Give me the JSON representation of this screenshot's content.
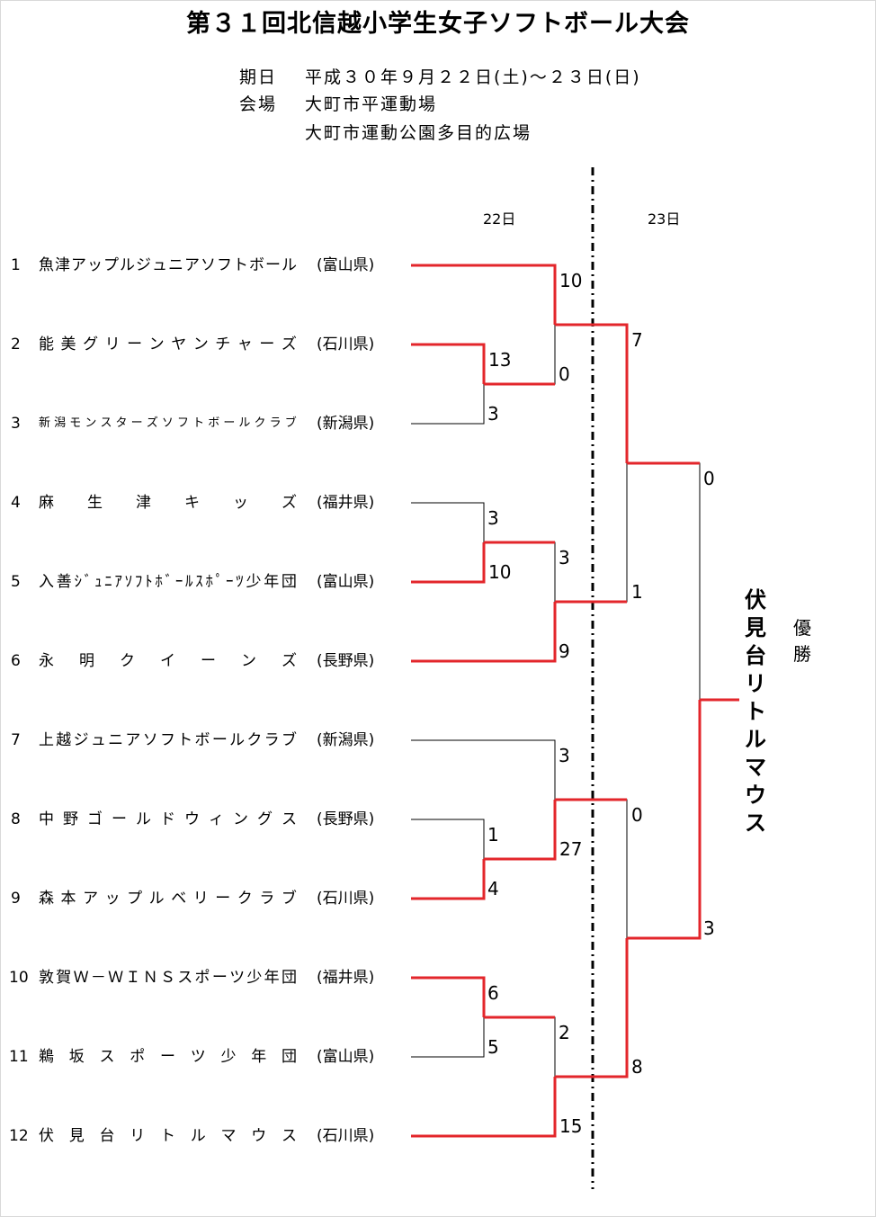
{
  "title": "第３１回北信越小学生女子ソフトボール大会",
  "info": {
    "date_label": "期日",
    "date_value": "平成３０年９月２２日(土)～２３日(日)",
    "venue_label": "会場",
    "venue_1": "大町市平運動場",
    "venue_2": "大町市運動公園多目的広場"
  },
  "days": {
    "day1": "22日",
    "day2": "23日"
  },
  "teams": [
    {
      "num": "1",
      "name": "魚津アップルジュニアソフトボール",
      "pref": "(富山県)"
    },
    {
      "num": "2",
      "name": "能美グリーンヤンチャーズ",
      "pref": "(石川県)"
    },
    {
      "num": "3",
      "name": "新潟モンスターズソフトボールクラブ",
      "pref": "(新潟県)"
    },
    {
      "num": "4",
      "name": "麻生津キッズ",
      "pref": "(福井県)"
    },
    {
      "num": "5",
      "name": "入善ｼﾞｭﾆｱｿﾌﾄﾎﾞｰﾙｽﾎﾟｰﾂ少年団",
      "pref": "(富山県)"
    },
    {
      "num": "6",
      "name": "永明クイーンズ",
      "pref": "(長野県)"
    },
    {
      "num": "7",
      "name": "上越ジュニアソフトボールクラブ",
      "pref": "(新潟県)"
    },
    {
      "num": "8",
      "name": "中野ゴールドウィングス",
      "pref": "(長野県)"
    },
    {
      "num": "9",
      "name": "森本アップルベリークラブ",
      "pref": "(石川県)"
    },
    {
      "num": "10",
      "name": "敦賀Ｗ－ＷＩＮＳスポーツ少年団",
      "pref": "(福井県)"
    },
    {
      "num": "11",
      "name": "鵜坂スポーツ少年団",
      "pref": "(富山県)"
    },
    {
      "num": "12",
      "name": "伏見台リトルマウス",
      "pref": "(石川県)"
    }
  ],
  "scores": {
    "r1_t2": "13",
    "r1_t3": "3",
    "r1_t4": "3",
    "r1_t5": "10",
    "r1_t8": "1",
    "r1_t9": "4",
    "r1_t10": "6",
    "r1_t11": "5",
    "qf_t1": "10",
    "qf_w23": "0",
    "qf_w45": "3",
    "qf_t6": "9",
    "qf_t7": "3",
    "qf_w89": "27",
    "qf_w1011": "2",
    "qf_t12": "15",
    "sf_top_a": "7",
    "sf_top_b": "1",
    "sf_bot_a": "0",
    "sf_bot_b": "8",
    "final_top": "0",
    "final_bot": "3"
  },
  "winner": "伏見台リトルマウス",
  "champion_label": "優勝",
  "colors": {
    "win_line": "#e3262b",
    "lose_line": "#000000"
  }
}
